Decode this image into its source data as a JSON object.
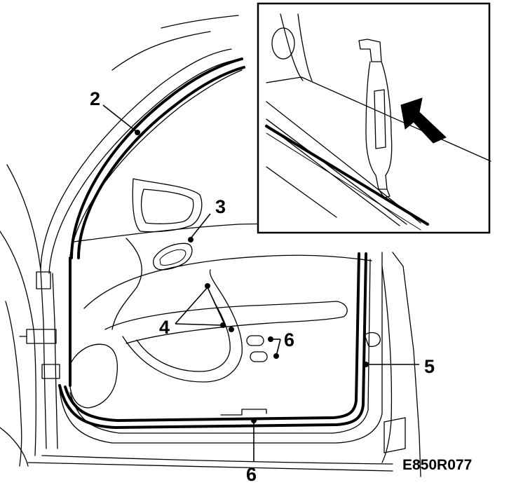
{
  "figure": {
    "reference_code": "E850R077",
    "callouts": [
      {
        "id": "c2",
        "text": "2"
      },
      {
        "id": "c3",
        "text": "3"
      },
      {
        "id": "c4",
        "text": "4"
      },
      {
        "id": "c5",
        "text": "5"
      },
      {
        "id": "c6a",
        "text": "6"
      },
      {
        "id": "c6b",
        "text": "6"
      }
    ]
  }
}
